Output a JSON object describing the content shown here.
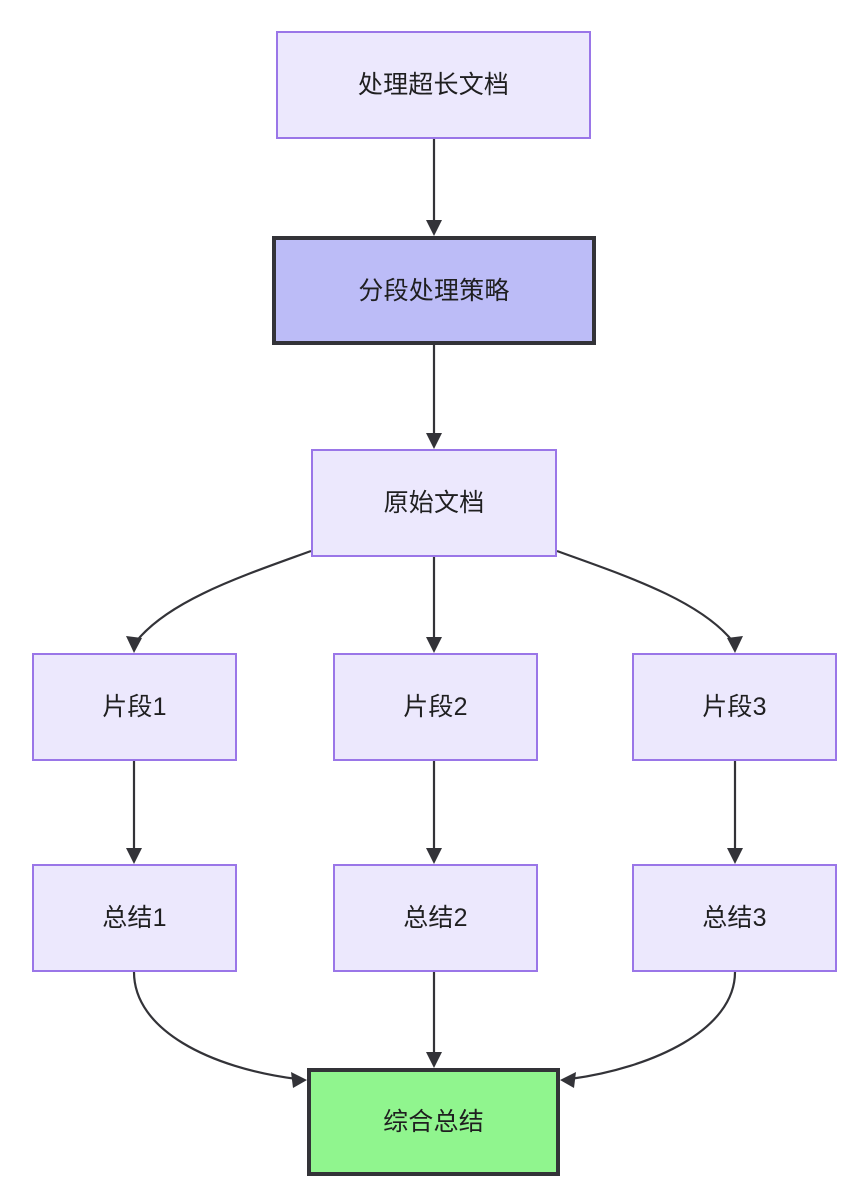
{
  "diagram": {
    "type": "flowchart",
    "direction": "top-to-bottom",
    "title_node": "处理超长文档",
    "colors": {
      "plain_fill": "#ece8fd",
      "plain_border": "#9a76e8",
      "strategy_fill": "#bcbcf7",
      "strategy_border": "#333338",
      "final_fill": "#90f58e",
      "final_border": "#333338",
      "edge": "#333338",
      "background": "#ffffff",
      "text": "#1f1f20"
    },
    "nodes": {
      "long_doc": "处理超长文档",
      "strategy": "分段处理策略",
      "source_doc": "原始文档",
      "chunk_1": "片段1",
      "chunk_2": "片段2",
      "chunk_3": "片段3",
      "summary_1": "总结1",
      "summary_2": "总结2",
      "summary_3": "总结3",
      "final": "综合总结"
    },
    "edges": [
      {
        "from": "处理超长文档",
        "to": "分段处理策略"
      },
      {
        "from": "分段处理策略",
        "to": "原始文档"
      },
      {
        "from": "原始文档",
        "to": "片段1"
      },
      {
        "from": "原始文档",
        "to": "片段2"
      },
      {
        "from": "原始文档",
        "to": "片段3"
      },
      {
        "from": "片段1",
        "to": "总结1"
      },
      {
        "from": "片段2",
        "to": "总结2"
      },
      {
        "from": "片段3",
        "to": "总结3"
      },
      {
        "from": "总结1",
        "to": "综合总结"
      },
      {
        "from": "总结2",
        "to": "综合总结"
      },
      {
        "from": "总结3",
        "to": "综合总结"
      }
    ]
  }
}
